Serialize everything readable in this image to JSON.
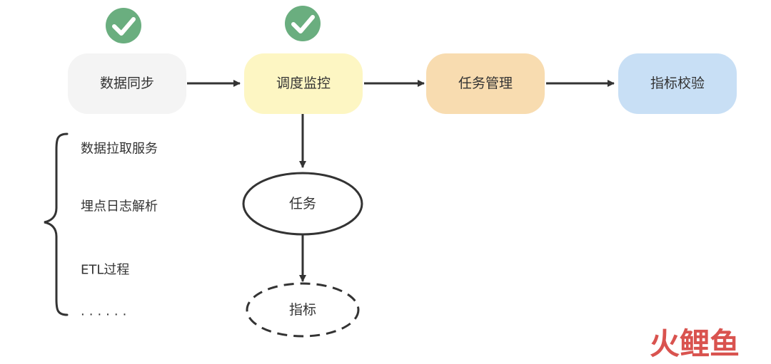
{
  "flow": {
    "steps": [
      {
        "label": "数据同步",
        "completed": true,
        "fill": "#f4f4f4"
      },
      {
        "label": "调度监控",
        "completed": true,
        "fill": "#fdf6c3"
      },
      {
        "label": "任务管理",
        "completed": false,
        "fill": "#f8dcb0"
      },
      {
        "label": "指标校验",
        "completed": false,
        "fill": "#c8dff5"
      }
    ],
    "check_color": "#6aae7f",
    "arrow_color": "#333333"
  },
  "source_list": {
    "items": [
      "数据拉取服务",
      "埋点日志解析",
      "ETL过程",
      "······"
    ]
  },
  "sub_flow": {
    "task_label": "任务",
    "metric_label": "指标"
  },
  "watermark": {
    "text": "火鲤鱼",
    "color": "#d9534f"
  }
}
